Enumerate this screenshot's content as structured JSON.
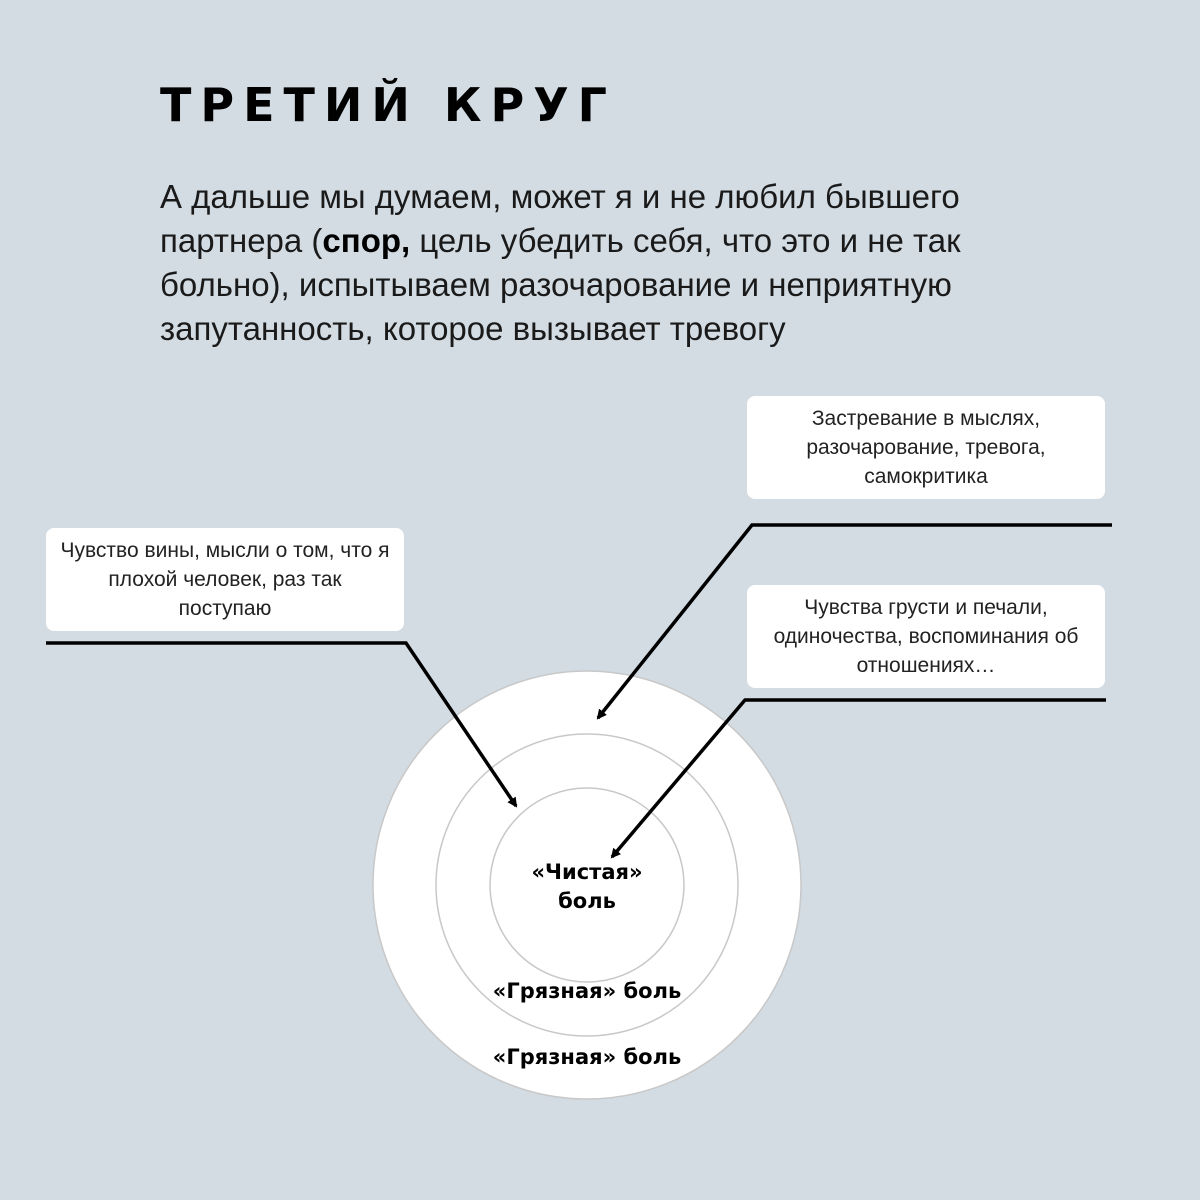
{
  "title": "ТРЕТИЙ КРУГ",
  "body": {
    "part1": "А дальше мы думаем, может я и не любил бывшего партнера (",
    "bold": "спор,",
    "part2": " цель убедить себя, что это и не так больно), испытываем разочарование и неприятную запутанность, которое вызывает тревогу"
  },
  "callouts": {
    "top_right": "Застревание в мыслях, разочарование, тревога, самокритика",
    "left": "Чувство вины, мысли о том, что я плохой человек, раз так поступаю",
    "mid_right": "Чувства грусти и печали, одиночества, воспоминания об отношениях…"
  },
  "rings": {
    "inner_label": "«Чистая» боль",
    "middle_label": "«Грязная» боль",
    "outer_label": "«Грязная» боль"
  },
  "colors": {
    "background": "#d3dce3",
    "circle_fill": "#ffffff",
    "circle_stroke": "#c8c8c8",
    "arrow": "#000000"
  }
}
